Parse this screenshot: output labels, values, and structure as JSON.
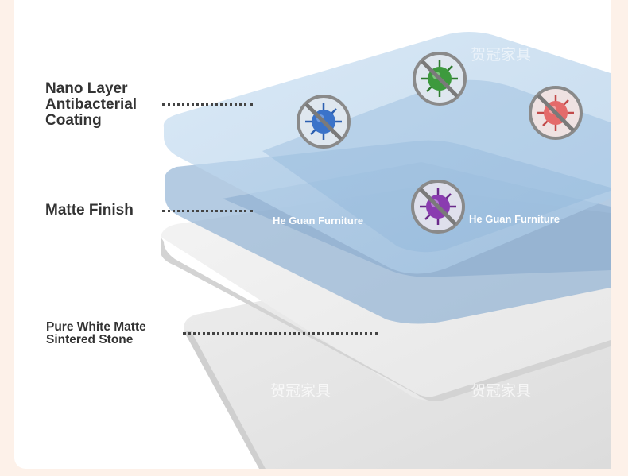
{
  "layers": {
    "nano_label_line1": "Nano Layer",
    "nano_label_line2": "Antibacterial",
    "nano_label_line3": "Coating",
    "matte_label": "Matte Finish",
    "stone_label_line1": "Pure White Matte",
    "stone_label_line2": "Sintered Stone"
  },
  "brand": {
    "text_left": "He Guan Furniture",
    "text_right": "He Guan Furniture",
    "watermark": "贺冠家具"
  },
  "colors": {
    "background": "#fdf1e9",
    "card": "#ffffff",
    "label_text": "#333333",
    "coating_layer": "#b9d3ea",
    "matte_layer": "#86abd1",
    "slab": "#f2f2f2"
  },
  "germ_icons": [
    "blue-germ-icon",
    "green-germ-icon",
    "red-germ-icon",
    "purple-germ-icon"
  ]
}
